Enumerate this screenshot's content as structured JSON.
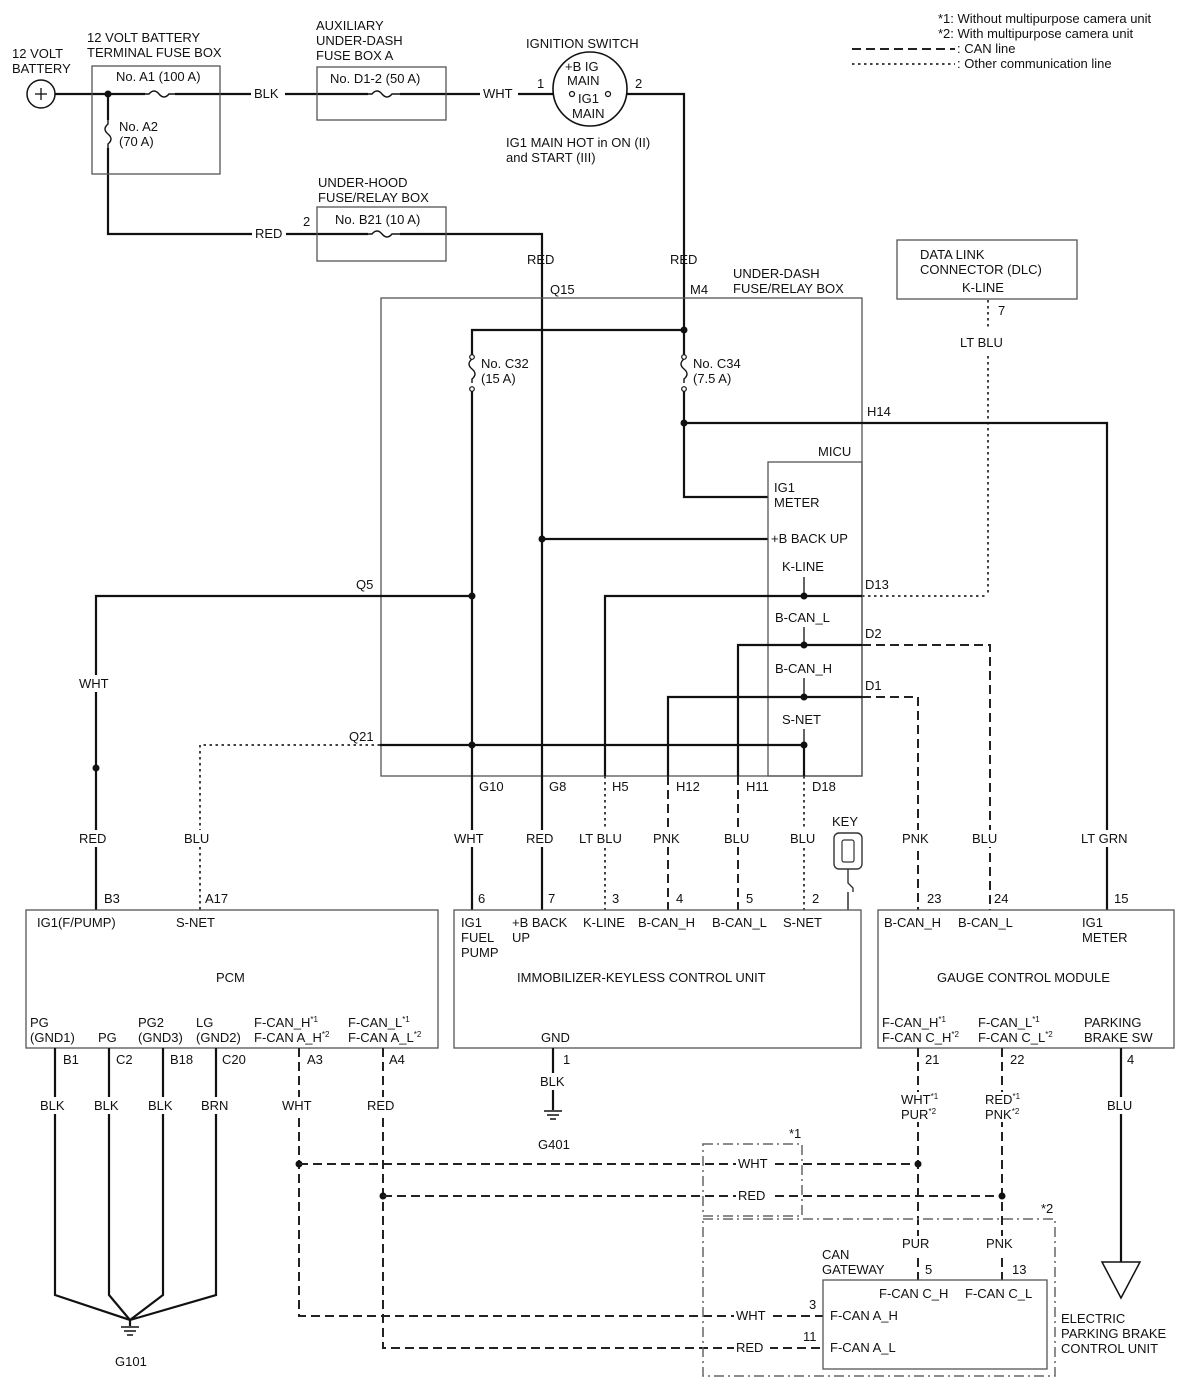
{
  "legend": {
    "note1": "*1: Without multipurpose camera unit",
    "note2": "*2: With multipurpose camera unit",
    "can_line": ": CAN line",
    "other_line": ": Other communication line"
  },
  "battery": {
    "label1": "12 VOLT",
    "label2": "BATTERY"
  },
  "terminal_fuse_box": {
    "title1": "12 VOLT BATTERY",
    "title2": "TERMINAL FUSE BOX",
    "fuse_a1": "No. A1 (100 A)",
    "fuse_a2": "No. A2",
    "fuse_a2_rating": "(70 A)"
  },
  "aux_fuse_box": {
    "title1": "AUXILIARY",
    "title2": "UNDER-DASH",
    "title3": "FUSE BOX A",
    "fuse": "No. D1-2 (50 A)"
  },
  "ignition_switch": {
    "title": "IGNITION SWITCH",
    "pos1": "+B IG",
    "pos2": "MAIN",
    "pos3": "IG1",
    "pos4": "MAIN",
    "pin_in": "1",
    "pin_out": "2",
    "note1": "IG1 MAIN HOT in ON (II)",
    "note2": "and START (III)"
  },
  "hood_fuse_box": {
    "title1": "UNDER-HOOD",
    "title2": "FUSE/RELAY BOX",
    "fuse": "No. B21 (10 A)",
    "pin": "2"
  },
  "dlc": {
    "title1": "DATA LINK",
    "title2": "CONNECTOR (DLC)",
    "line": "K-LINE",
    "pin": "7"
  },
  "dash_fuse_box": {
    "title1": "UNDER-DASH",
    "title2": "FUSE/RELAY BOX",
    "pin_q15": "Q15",
    "pin_m4": "M4",
    "pin_h14": "H14",
    "pin_q5": "Q5",
    "pin_q21": "Q21",
    "pin_d13": "D13",
    "pin_d2": "D2",
    "pin_d1": "D1",
    "pin_g10": "G10",
    "pin_g8": "G8",
    "pin_h5": "H5",
    "pin_h12": "H12",
    "pin_h11": "H11",
    "pin_d18": "D18",
    "fuse_c32": "No. C32",
    "fuse_c32_rating": "(15 A)",
    "fuse_c34": "No. C34",
    "fuse_c34_rating": "(7.5 A)"
  },
  "micu": {
    "title": "MICU",
    "ig1": "IG1",
    "meter": "METER",
    "backup": "+B BACK UP",
    "kline": "K-LINE",
    "bcan_l": "B-CAN_L",
    "bcan_h": "B-CAN_H",
    "snet": "S-NET"
  },
  "wires": {
    "blk": "BLK",
    "wht": "WHT",
    "red": "RED",
    "lt_blu": "LT BLU",
    "pnk": "PNK",
    "blu": "BLU",
    "lt_grn": "LT GRN",
    "brn": "BRN",
    "pur": "PUR",
    "wht_pur_1": "WHT",
    "wht_pur_2": "PUR",
    "red_pnk_1": "RED",
    "red_pnk_2": "PNK"
  },
  "pcm": {
    "title": "PCM",
    "pin_b3": "B3",
    "pin_a17": "A17",
    "ig1": "IG1(F/PUMP)",
    "snet": "S-NET",
    "pg_gnd1": "PG",
    "gnd1": "(GND1)",
    "pg": "PG",
    "pg2": "PG2",
    "gnd3": "(GND3)",
    "lg": "LG",
    "gnd2": "(GND2)",
    "fcan_h1": "F-CAN_H",
    "fcan_h2": "F-CAN A_H",
    "fcan_l1": "F-CAN_L",
    "fcan_l2": "F-CAN A_L",
    "pin_b1": "B1",
    "pin_c2": "C2",
    "pin_b18": "B18",
    "pin_c20": "C20",
    "pin_a3": "A3",
    "pin_a4": "A4"
  },
  "immobilizer": {
    "title": "IMMOBILIZER-KEYLESS CONTROL UNIT",
    "pin6": "6",
    "pin7": "7",
    "pin3": "3",
    "pin4": "4",
    "pin5": "5",
    "pin2": "2",
    "ig1": "IG1",
    "fuel": "FUEL",
    "pump": "PUMP",
    "backup1": "+B BACK",
    "backup2": "UP",
    "kline": "K-LINE",
    "bcan_h": "B-CAN_H",
    "bcan_l": "B-CAN_L",
    "snet": "S-NET",
    "gnd": "GND",
    "pin1": "1",
    "key": "KEY"
  },
  "gauge": {
    "title": "GAUGE CONTROL MODULE",
    "pin23": "23",
    "pin24": "24",
    "pin15": "15",
    "bcan_h": "B-CAN_H",
    "bcan_l": "B-CAN_L",
    "ig1": "IG1",
    "meter": "METER",
    "fcan_h1": "F-CAN_H",
    "fcan_h2": "F-CAN C_H",
    "fcan_l1": "F-CAN_L",
    "fcan_l2": "F-CAN C_L",
    "parking1": "PARKING",
    "parking2": "BRAKE SW",
    "pin21": "21",
    "pin22": "22",
    "pin4": "4"
  },
  "can_gateway": {
    "title1": "CAN",
    "title2": "GATEWAY",
    "pin5": "5",
    "pin13": "13",
    "pin3": "3",
    "pin11": "11",
    "fcan_ch": "F-CAN C_H",
    "fcan_cl": "F-CAN C_L",
    "fcan_ah": "F-CAN A_H",
    "fcan_al": "F-CAN A_L"
  },
  "epb": {
    "line1": "ELECTRIC",
    "line2": "PARKING BRAKE",
    "line3": "CONTROL UNIT"
  },
  "grounds": {
    "g401": "G401",
    "g101": "G101"
  },
  "notes": {
    "star1": "*1",
    "star2": "*2",
    "sup1": "*1",
    "sup2": "*2"
  }
}
